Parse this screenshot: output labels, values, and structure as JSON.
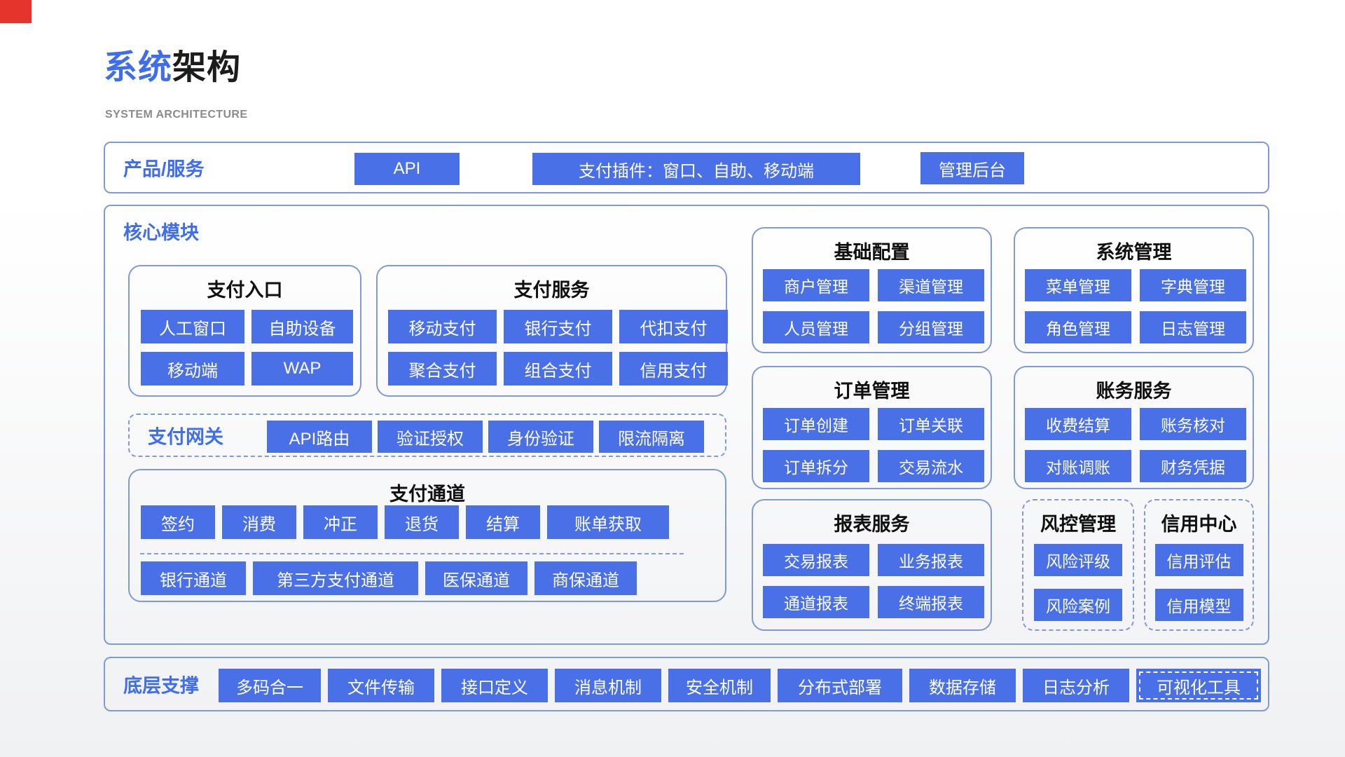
{
  "title": {
    "accent": "系统",
    "rest": "架构",
    "subtitle": "SYSTEM ARCHITECTURE"
  },
  "product": {
    "label": "产品/服务",
    "api": "API",
    "plugin": "支付插件：窗口、自助、移动端",
    "admin": "管理后台"
  },
  "core": {
    "label": "核心模块"
  },
  "entry": {
    "title": "支付入口",
    "items": [
      "人工窗口",
      "自助设备",
      "移动端",
      "WAP"
    ]
  },
  "service": {
    "title": "支付服务",
    "items": [
      "移动支付",
      "银行支付",
      "代扣支付",
      "聚合支付",
      "组合支付",
      "信用支付"
    ]
  },
  "gateway": {
    "label": "支付网关",
    "items": [
      "API路由",
      "验证授权",
      "身份验证",
      "限流隔离"
    ]
  },
  "channel": {
    "title": "支付通道",
    "ops": [
      "签约",
      "消费",
      "冲正",
      "退货",
      "结算",
      "账单获取"
    ],
    "lanes": [
      "银行通道",
      "第三方支付通道",
      "医保通道",
      "商保通道"
    ]
  },
  "config": {
    "title": "基础配置",
    "items": [
      "商户管理",
      "渠道管理",
      "人员管理",
      "分组管理"
    ]
  },
  "sysmgmt": {
    "title": "系统管理",
    "items": [
      "菜单管理",
      "字典管理",
      "角色管理",
      "日志管理"
    ]
  },
  "order": {
    "title": "订单管理",
    "items": [
      "订单创建",
      "订单关联",
      "订单拆分",
      "交易流水"
    ]
  },
  "account": {
    "title": "账务服务",
    "items": [
      "收费结算",
      "账务核对",
      "对账调账",
      "财务凭据"
    ]
  },
  "report": {
    "title": "报表服务",
    "items": [
      "交易报表",
      "业务报表",
      "通道报表",
      "终端报表"
    ]
  },
  "risk": {
    "title": "风控管理",
    "items": [
      "风险评级",
      "风险案例"
    ]
  },
  "credit": {
    "title": "信用中心",
    "items": [
      "信用评估",
      "信用模型"
    ]
  },
  "support": {
    "label": "底层支撑",
    "items": [
      "多码合一",
      "文件传输",
      "接口定义",
      "消息机制",
      "安全机制",
      "分布式部署",
      "数据存储",
      "日志分析",
      "可视化工具"
    ]
  },
  "colors": {
    "accent": "#3e6dee",
    "node_blue": "#4a70e8",
    "border_blue": "#8099d9",
    "corner_red": "#e5342b"
  }
}
